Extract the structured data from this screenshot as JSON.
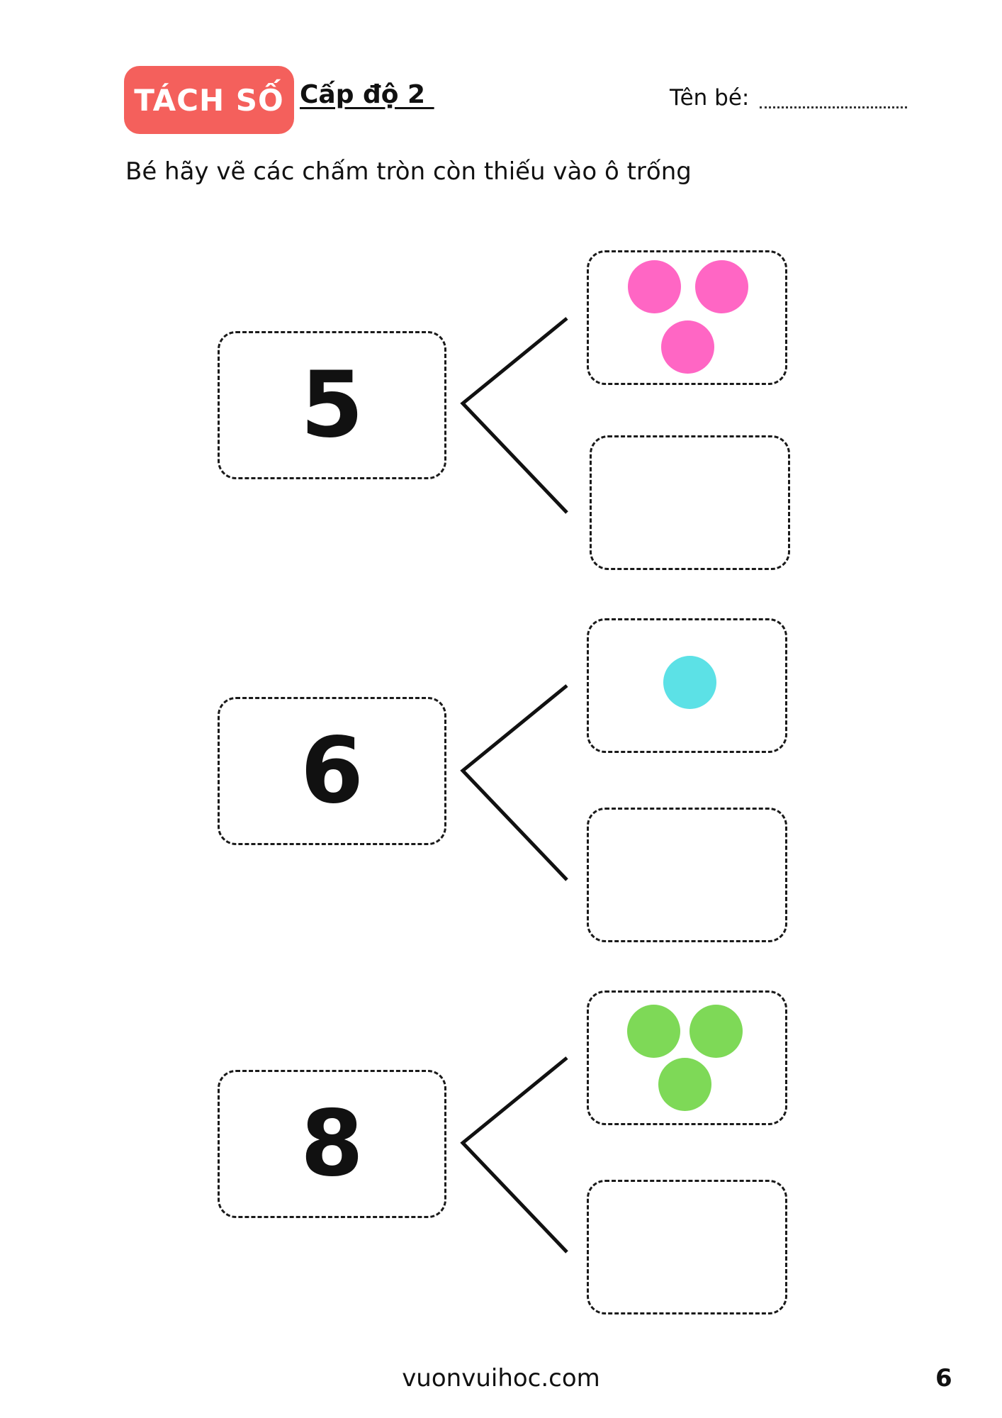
{
  "header": {
    "badge": "TÁCH SỐ",
    "level": "Cấp độ 2 ",
    "name_label": "Tên bé:"
  },
  "instruction": "Bé hãy vẽ các chấm tròn còn thiếu vào ô trống",
  "exercises": [
    {
      "number": "5",
      "given_dots": 3,
      "dot_color": "#ff66c4"
    },
    {
      "number": "6",
      "given_dots": 1,
      "dot_color": "#5ce1e6"
    },
    {
      "number": "8",
      "given_dots": 3,
      "dot_color": "#7ed957"
    }
  ],
  "footer": {
    "site": "vuonvuihoc.com",
    "page": "6"
  }
}
